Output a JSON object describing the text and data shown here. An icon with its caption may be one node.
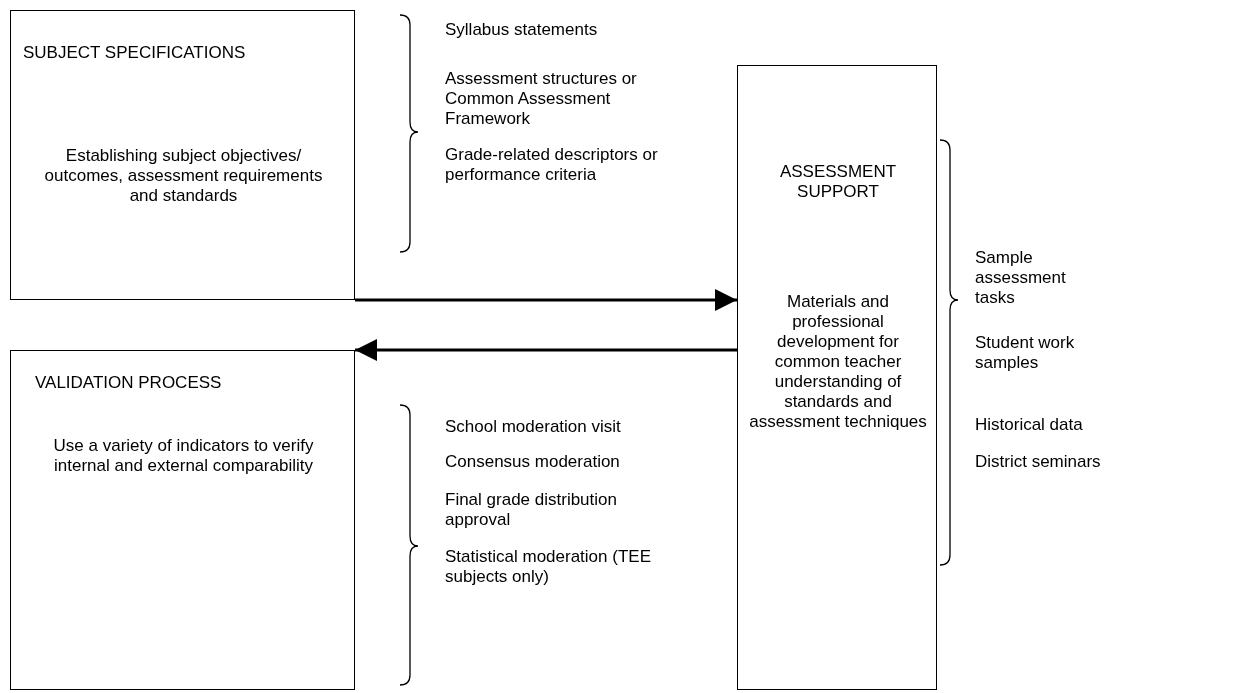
{
  "diagram": {
    "nodes": [
      {
        "text": [
          "SUBJECT SPECIFICATIONS",
          "Establishing subject objectives/ outcomes, assessment requirements and standards"
        ]
      },
      {
        "text": [
          "ASSESSMENT SUPPORT",
          "Materials and professional development for common teacher understanding of standards and assessment techniques"
        ]
      },
      {
        "text": [
          "VALIDATION PROCESS",
          "Use a variety of indicators to verify internal and external comparability"
        ]
      }
    ],
    "edges": [
      {
        "from": 0,
        "to": 1,
        "arrow": "to"
      },
      {
        "from": 1,
        "to": 2,
        "arrow": "to"
      }
    ],
    "labels": [
      "Syllabus statements",
      "Assessment structures or Common Assessment Framework",
      "Grade-related descriptors or performance criteria",
      "Sample assessment tasks",
      "Student work samples",
      "Historical data",
      "District seminars",
      "School moderation visit",
      "Consensus moderation",
      "Final grade distribution approval",
      "Statistical moderation (TEE subjects only)"
    ]
  }
}
